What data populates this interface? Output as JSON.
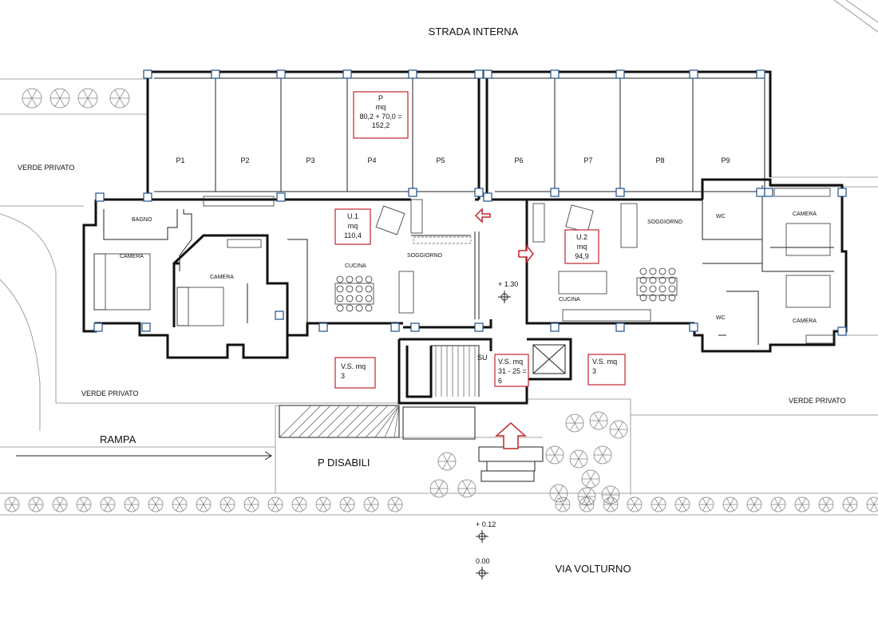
{
  "streets": {
    "top": "STRADA INTERNA",
    "bottom": "VIA VOLTURNO"
  },
  "areas": {
    "verde_left_top": "VERDE PRIVATO",
    "verde_left_bottom": "VERDE PRIVATO",
    "verde_right": "VERDE PRIVATO",
    "rampa": "RAMPA",
    "disabled_parking": "P  DISABILI"
  },
  "parking_summary": {
    "line1": "P",
    "line2": "mq",
    "line3": "80,2 + 70,0 =",
    "line4": "152,2"
  },
  "parking_spots": [
    "P1",
    "P2",
    "P3",
    "P4",
    "P5",
    "P6",
    "P7",
    "P8",
    "P9"
  ],
  "unit1": {
    "line1": "U.1",
    "line2": "mq",
    "line3": "110,4",
    "rooms": {
      "bagno": "BAGNO",
      "camera_a": "CAMERA",
      "camera_b": "CAMERA",
      "cucina": "CUCINA",
      "soggiorno": "SOGGIORNO"
    }
  },
  "unit2": {
    "line1": "U.2",
    "line2": "mq",
    "line3": "94,9",
    "rooms": {
      "soggiorno": "SOGGIORNO",
      "cucina": "CUCINA",
      "wc_top": "WC",
      "wc_bottom": "WC",
      "camera_top": "CAMERA",
      "camera_bottom": "CAMERA"
    }
  },
  "vs_left": {
    "line1": "V.S. mq",
    "line2": "3"
  },
  "vs_center": {
    "line1": "V.S. mq",
    "line2": "31 - 25 =",
    "line3": "6"
  },
  "vs_right": {
    "line1": "V.S. mq",
    "line2": "3"
  },
  "stair_label": "SU",
  "elevations": {
    "landing": "+ 1.30",
    "street_mid": "+ 0.12",
    "street_zero": "0.00"
  },
  "colors": {
    "wall": "#111111",
    "annotation_red": "#c0262d",
    "column_blue": "#1f4f8a"
  }
}
